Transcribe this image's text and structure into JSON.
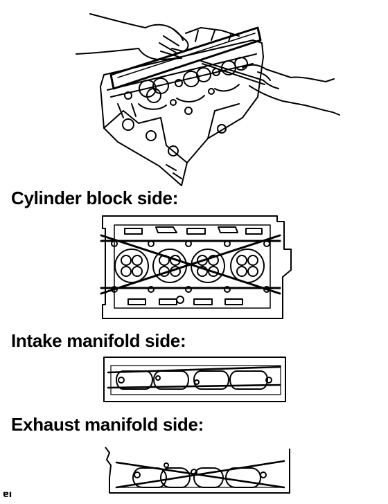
{
  "labels": {
    "cylinder_block_side": "Cylinder block side:",
    "intake_manifold_side": "Intake manifold side:",
    "exhaust_manifold_side": "Exhaust manifold side:"
  },
  "corner_mark": "ɐı",
  "colors": {
    "ink": "#000000",
    "paper": "#ffffff"
  },
  "figures": [
    {
      "name": "cylinder-head-with-straightedge-illustration",
      "icon": "hands-measuring-warpage"
    },
    {
      "name": "cylinder-block-side-warpage-diagram",
      "icon": "head-gasket-face-measurement-lines"
    },
    {
      "name": "intake-manifold-side-warpage-diagram",
      "icon": "intake-face-measurement-lines"
    },
    {
      "name": "exhaust-manifold-side-warpage-diagram",
      "icon": "exhaust-face-measurement-lines"
    }
  ]
}
